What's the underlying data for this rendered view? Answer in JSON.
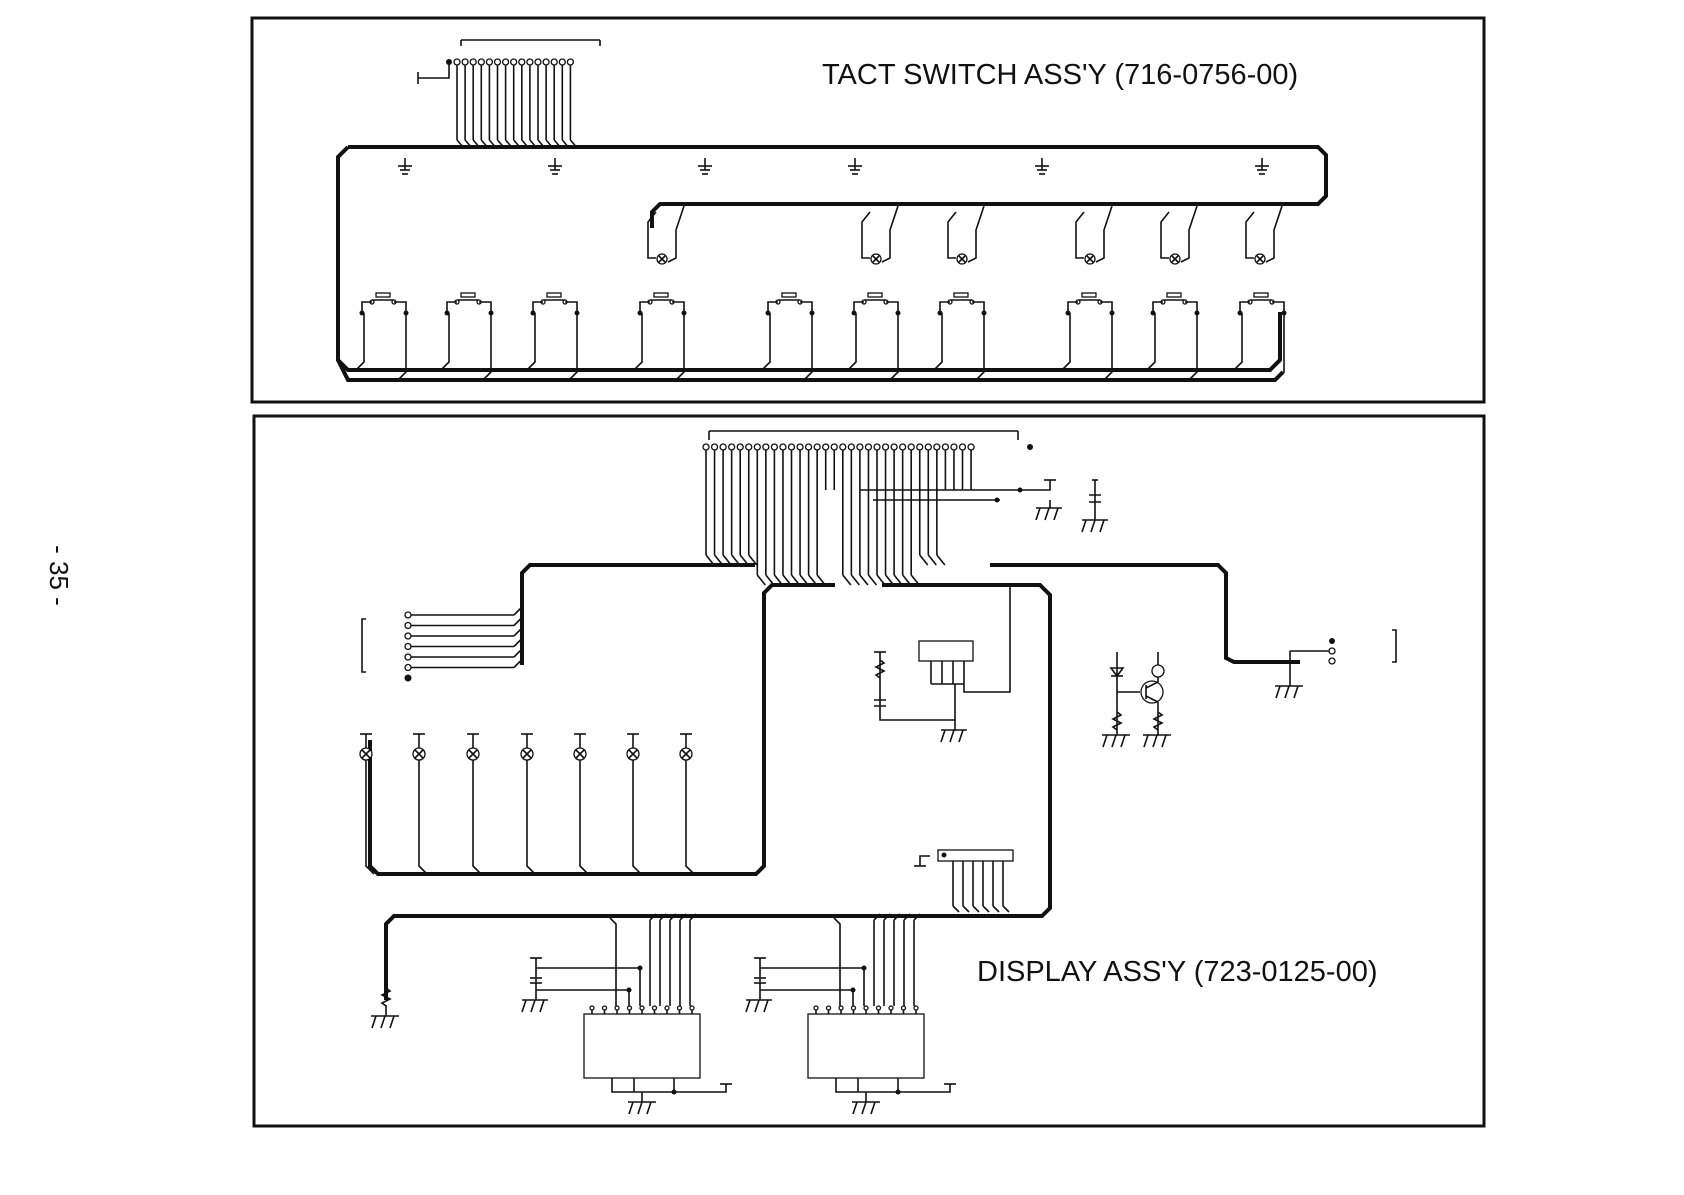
{
  "page_number": "- 35 -",
  "tact_switch_assy": {
    "title": "TACT SWITCH ASS'Y (716-0756-00)"
  },
  "display_assy": {
    "title": "DISPLAY ASS'Y (723-0125-00)"
  }
}
